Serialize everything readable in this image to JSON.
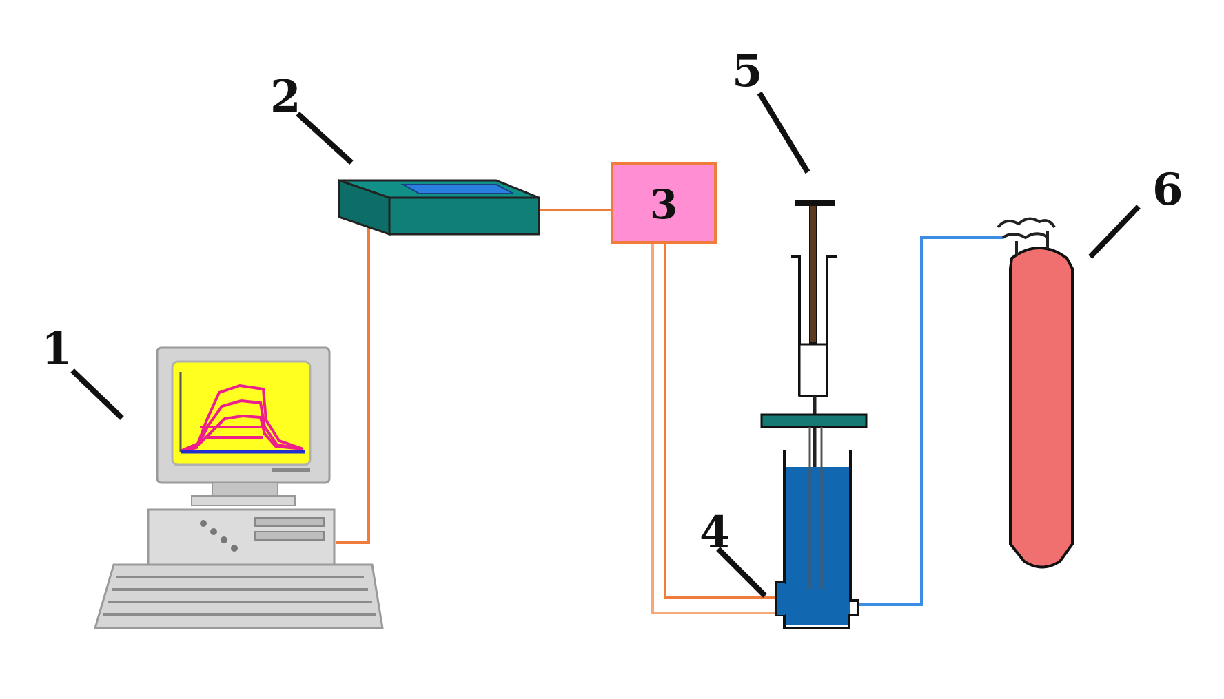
{
  "labels": {
    "computer": "1",
    "recorder": "2",
    "amplifier": "3",
    "cell": "4",
    "syringe": "5",
    "cylinder": "6"
  },
  "box3_text": "3",
  "colors": {
    "wire_orange": "#f07c3c",
    "wire_light_orange": "#f5a87a",
    "gas_line_blue": "#3a8de0",
    "amplifier_fill": "#ff8fd2",
    "recorder_teal": "#0f7f78",
    "cell_blue": "#1168b0",
    "cylinder_red": "#f07070",
    "screen_yellow": "#ffff20",
    "screen_trace": "#ee1f8c"
  }
}
